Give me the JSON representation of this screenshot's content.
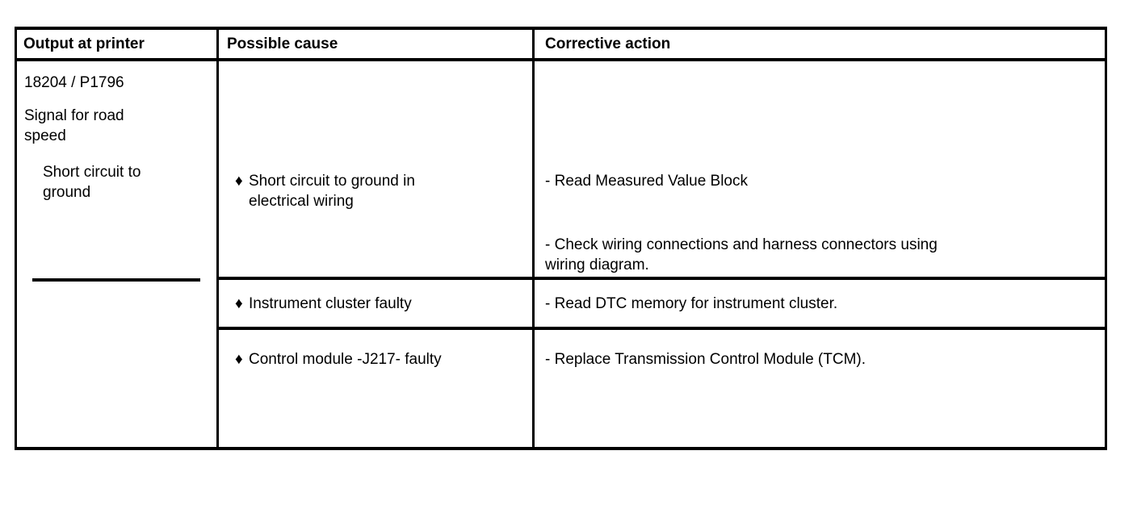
{
  "page": {
    "background": "#ffffff",
    "text_color": "#000000",
    "border_color": "#000000"
  },
  "table": {
    "headers": [
      "Output at printer",
      "Possible cause",
      "Corrective action"
    ],
    "bullet_char": "♦",
    "fault": {
      "code": "18204 / P1796",
      "signal": "Signal for road speed",
      "condition": "Short circuit to ground"
    },
    "rows": [
      {
        "cause": "Short circuit to ground in electrical wiring",
        "actions": [
          "- Read Measured Value Block",
          "- Check wiring connections and harness connectors using wiring diagram."
        ]
      },
      {
        "cause": "Instrument cluster faulty",
        "actions": [
          "- Read DTC memory for instrument cluster."
        ]
      },
      {
        "cause": "Control module -J217- faulty",
        "actions": [
          "- Replace Transmission Control Module (TCM)."
        ]
      }
    ]
  }
}
